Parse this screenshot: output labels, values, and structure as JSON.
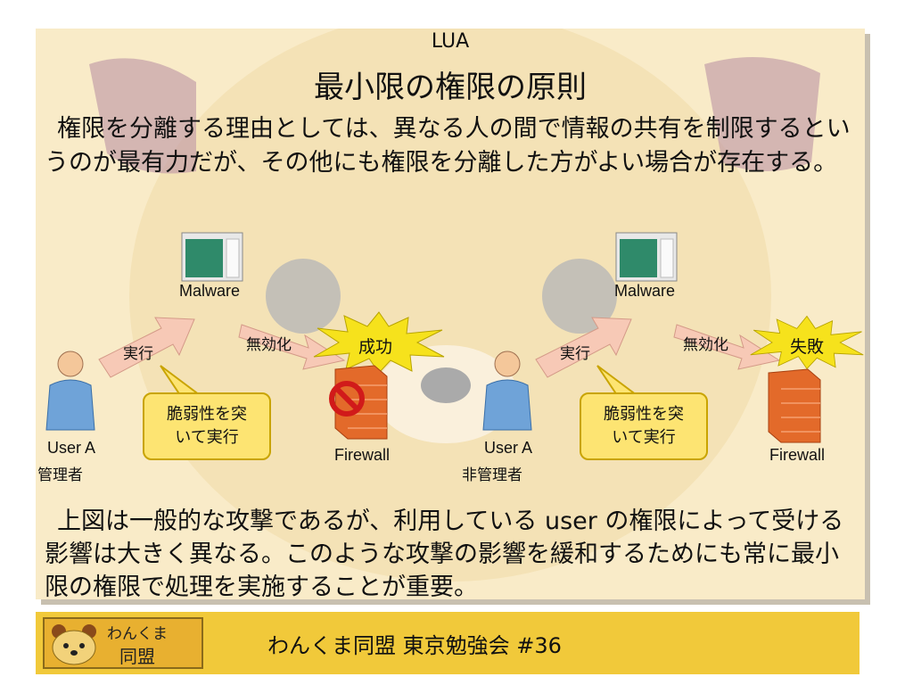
{
  "slide": {
    "header": "LUA",
    "title": "最小限の権限の原則",
    "intro": "権限を分離する理由としては、異なる人の間で情報の共有を制限するというのが最有力だが、その他にも権限を分離した方がよい場合が存在する。",
    "conclusion": "上図は一般的な攻撃であるが、利用している user の権限によって受ける影響は大きく異なる。このような攻撃の影響を緩和するためにも常に最小限の権限で処理を実施することが重要。"
  },
  "diagram_left": {
    "malware_label": "Malware",
    "execute_label": "実行",
    "disable_label": "無効化",
    "result_label": "成功",
    "callout_line1": "脆弱性を突",
    "callout_line2": "いて実行",
    "firewall_label": "Firewall",
    "user_name": "User A",
    "user_role": "管理者"
  },
  "diagram_right": {
    "malware_label": "Malware",
    "execute_label": "実行",
    "disable_label": "無効化",
    "result_label": "失敗",
    "callout_line1": "脆弱性を突",
    "callout_line2": "いて実行",
    "firewall_label": "Firewall",
    "user_name": "User A",
    "user_role": "非管理者"
  },
  "footer": {
    "logo_line1": "わんくま",
    "logo_line2": "同盟",
    "text": "わんくま同盟 東京勉強会 #36"
  },
  "colors": {
    "slide_bg": "#f9ebc8",
    "footer_bg": "#f1c93a",
    "callout_bg": "#fde472",
    "burst": "#f6e21c",
    "arrow": "#f7c9b6",
    "user": "#6fa3d8",
    "firewall": "#e36a2a",
    "stop": "#d11a1a"
  }
}
